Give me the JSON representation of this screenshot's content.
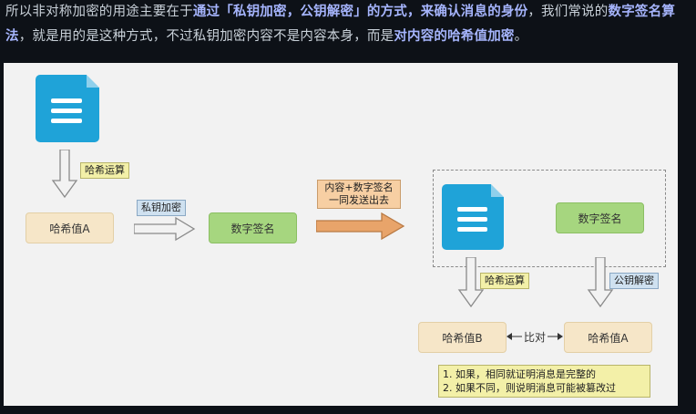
{
  "paragraph": {
    "segments": [
      {
        "text": "所以非对称加密的用途主要在于",
        "hl": false
      },
      {
        "text": "通过「私钥加密，公钥解密」的方式，来确认消息的身份",
        "hl": true
      },
      {
        "text": "，我们常说的",
        "hl": false
      },
      {
        "text": "数字签名算法",
        "hl": true
      },
      {
        "text": "，就是用的是这种方式，不过私钥加密内容不是内容本身，而是",
        "hl": false
      },
      {
        "text": "对内容的哈希值加密",
        "hl": true
      },
      {
        "text": "。",
        "hl": false
      }
    ]
  },
  "diagram": {
    "hash_calc_label": "哈希运算",
    "hash_value_a": "哈希值A",
    "private_key_encrypt": "私钥加密",
    "digital_signature": "数字签名",
    "send_label_line1": "内容+数字签名",
    "send_label_line2": "一同发送出去",
    "received_signature": "数字签名",
    "receiver_hash_calc": "哈希运算",
    "public_key_decrypt": "公钥解密",
    "hash_value_b": "哈希值B",
    "hash_value_a2": "哈希值A",
    "compare_label": "比对",
    "note_line1": "1. 如果，相同就证明消息是完整的",
    "note_line2": "2. 如果不同，则说明消息可能被篡改过"
  },
  "colors": {
    "background": "#0d1117",
    "text": "#c9d1d9",
    "highlight": "#a5b4fc",
    "doc_blue": "#1fa3d8",
    "beige_box": "#f6e6c8",
    "green_box": "#a6d67f",
    "yellow_tag": "#f3f0a8",
    "blue_tag": "#cfe1f0",
    "orange_tag": "#f7cfa3"
  },
  "icons": [
    "document-icon",
    "arrow-down-icon",
    "arrow-right-icon",
    "double-arrow-icon"
  ]
}
